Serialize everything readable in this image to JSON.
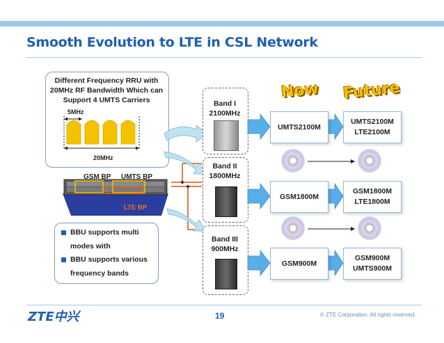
{
  "title": "Smooth Evolution to LTE in CSL Network",
  "rru_box": {
    "lines": [
      "Different Frequency RRU with",
      "20MHz RF Bandwidth Which can",
      "Support 4 UMTS Carriers"
    ],
    "carrier_width": "5MHz",
    "total_width": "20MHz"
  },
  "bbu": {
    "gsm_label": "GSM BP",
    "umts_label": "UMTS BP",
    "lte_label": "LTE BP"
  },
  "bullets": [
    "BBU supports multi",
    "modes with",
    "BBU supports various",
    "frequency bands"
  ],
  "bands": [
    {
      "line1": "Band I",
      "line2": "2100MHz"
    },
    {
      "line1": "Band II",
      "line2": "1800MHz"
    },
    {
      "line1": "Band III",
      "line2": "900MHz"
    }
  ],
  "now_label": "Now",
  "future_label": "Future",
  "now_systems": [
    "UMTS2100M",
    "GSM1800M",
    "GSM900M"
  ],
  "future_systems": [
    {
      "line1": "UMTS2100M",
      "line2": "LTE2100M"
    },
    {
      "line1": "GSM1800M",
      "line2": "LTE1800M"
    },
    {
      "line1": "GSM900M",
      "line2": "UMTS900M"
    }
  ],
  "footer": {
    "logo": "ZTE中兴",
    "page": "19",
    "copyright": "© ZTE Corporation. All rights reserved."
  },
  "colors": {
    "accent": "#1f5fb0",
    "topbar": "#9fc8e8",
    "carrier": "#f4c200",
    "arrow_orange": "#f0a060",
    "arrow_blue": "#5aaee8"
  }
}
